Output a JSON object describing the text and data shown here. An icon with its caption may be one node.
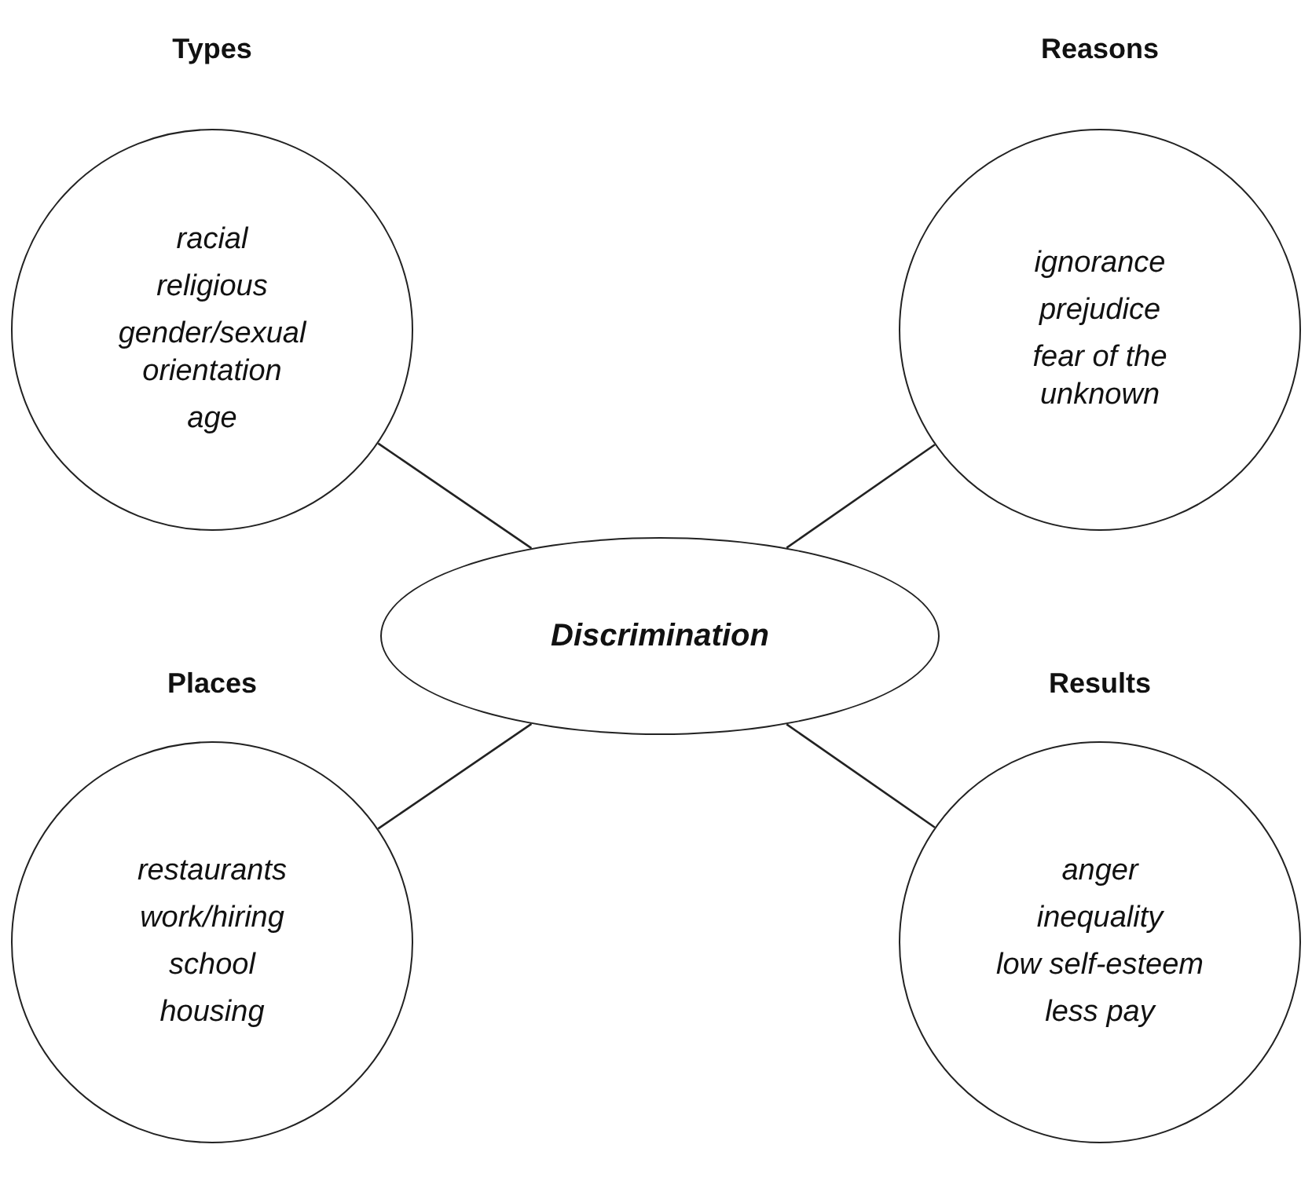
{
  "diagram": {
    "nodes": [
      {
        "text": [
          "Types",
          "racial",
          "religious",
          "gender/sexual orientation",
          "age"
        ]
      },
      {
        "text": [
          "Reasons",
          "ignorance",
          "prejudice",
          "fear of the unknown"
        ]
      },
      {
        "text": [
          "Discrimination"
        ]
      },
      {
        "text": [
          "Places",
          "restaurants",
          "work/hiring",
          "school",
          "housing"
        ]
      },
      {
        "text": [
          "Results",
          "anger",
          "inequality",
          "low self-esteem",
          "less pay"
        ]
      }
    ],
    "edges": [
      {
        "from": 2,
        "to": 0,
        "arrow": "none"
      },
      {
        "from": 2,
        "to": 1,
        "arrow": "none"
      },
      {
        "from": 2,
        "to": 3,
        "arrow": "none"
      },
      {
        "from": 2,
        "to": 4,
        "arrow": "none"
      }
    ]
  }
}
